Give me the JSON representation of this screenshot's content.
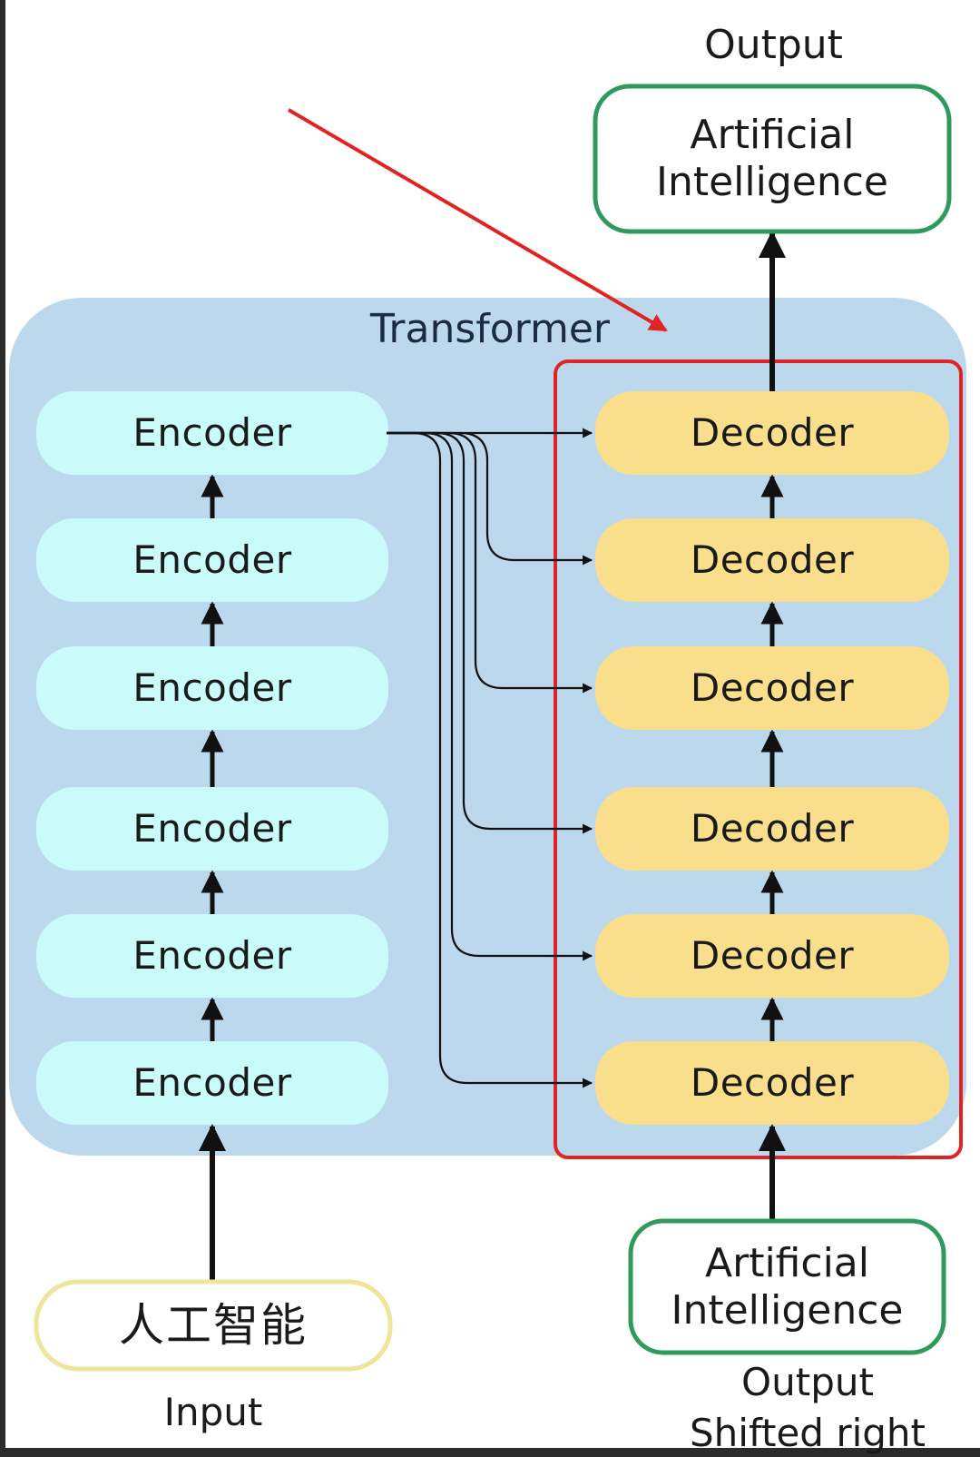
{
  "diagram": {
    "container_label": "Transformer",
    "encoder_label": "Encoder",
    "decoder_label": "Decoder",
    "layer_count": 6,
    "input": {
      "text": "人工智能",
      "caption": "Input"
    },
    "output": {
      "caption": "Output",
      "line1": "Artificial",
      "line2": "Intelligence"
    },
    "shifted_output": {
      "line1": "Artificial",
      "line2": "Intelligence",
      "caption_line1": "Output",
      "caption_line2": "Shifted right"
    }
  },
  "colors": {
    "page_background": "#ffffff",
    "container_fill": "#bcd8ec",
    "encoder_fill": "#c9fbfb",
    "decoder_fill": "#f9df8c",
    "output_border": "#2e9a5c",
    "input_border": "#f0e49a",
    "connector": "#111111",
    "annotation_red": "#e02424",
    "title_text": "#1c2b44"
  }
}
